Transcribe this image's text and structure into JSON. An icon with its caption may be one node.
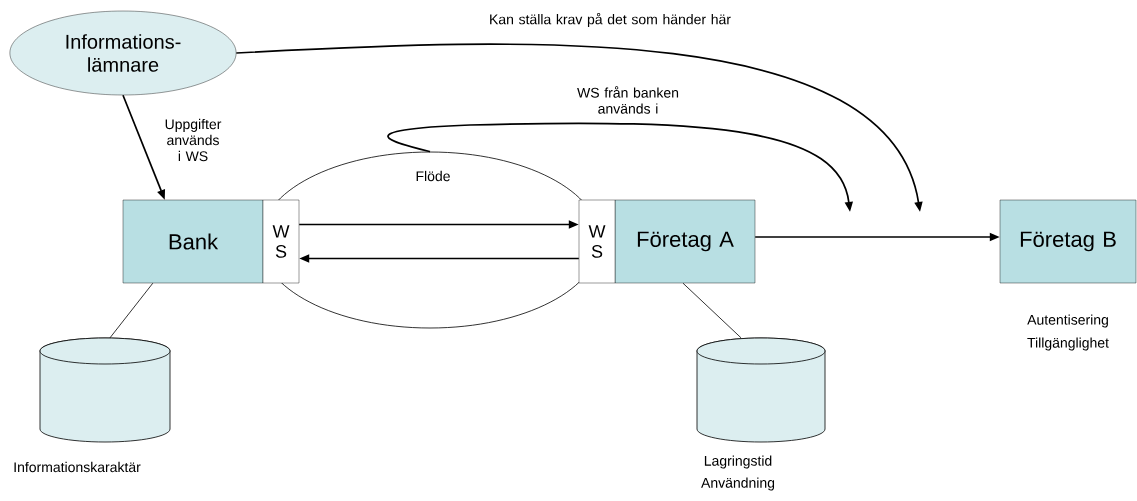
{
  "diagram": {
    "nodes": [
      {
        "text": [
          "Informations- lämnare"
        ]
      },
      {
        "text": [
          "Flöde"
        ]
      },
      {
        "text": [
          "Bank"
        ]
      },
      {
        "text": [
          "W S"
        ],
        "in": 1
      },
      {
        "text": [
          "W S"
        ],
        "in": 1
      },
      {
        "text": [
          "Företag A"
        ]
      },
      {
        "text": [
          "Företag B"
        ],
        "beside": [
          "Autentisering",
          "Tillgänglighet"
        ]
      },
      {
        "text": [],
        "shape": "cylinder",
        "beside": [
          "Informationskaraktär"
        ]
      },
      {
        "text": [],
        "shape": "cylinder",
        "beside": [
          "Lagringstid",
          "Användning"
        ]
      }
    ],
    "edges": [
      {
        "from": 0,
        "to": 2,
        "arrow": "to",
        "label": "Uppgifter används i WS"
      },
      {
        "from": 3,
        "to": 4,
        "arrow": "to"
      },
      {
        "from": 4,
        "to": 3,
        "arrow": "to"
      },
      {
        "from": 5,
        "to": 6,
        "arrow": "to"
      },
      {
        "from": 2,
        "to": 7,
        "arrow": "none"
      },
      {
        "from": 5,
        "to": 8,
        "arrow": "none"
      },
      {
        "from": 1,
        "to": null,
        "arrow": "to",
        "label": "WS från banken används i"
      },
      {
        "from": 0,
        "to": null,
        "arrow": "to",
        "label": "Kan ställa krav på det som händer här"
      }
    ]
  }
}
